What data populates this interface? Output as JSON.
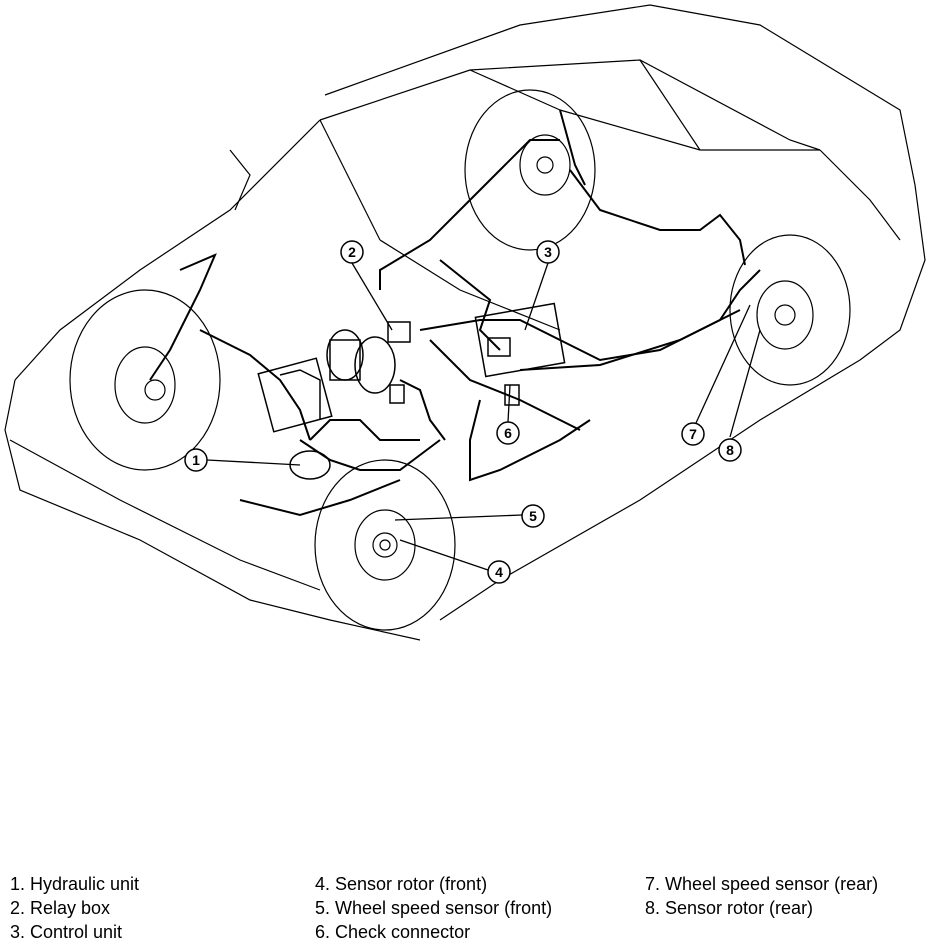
{
  "callouts": [
    {
      "num": "1"
    },
    {
      "num": "2"
    },
    {
      "num": "3"
    },
    {
      "num": "4"
    },
    {
      "num": "5"
    },
    {
      "num": "6"
    },
    {
      "num": "7"
    },
    {
      "num": "8"
    }
  ],
  "legend": {
    "col1": [
      "1. Hydraulic unit",
      "2. Relay box",
      "3. Control unit"
    ],
    "col2": [
      "4. Sensor rotor (front)",
      "5. Wheel speed sensor (front)",
      "6. Check connector"
    ],
    "col3": [
      "7. Wheel speed sensor (rear)",
      "8. Sensor rotor (rear)"
    ]
  }
}
